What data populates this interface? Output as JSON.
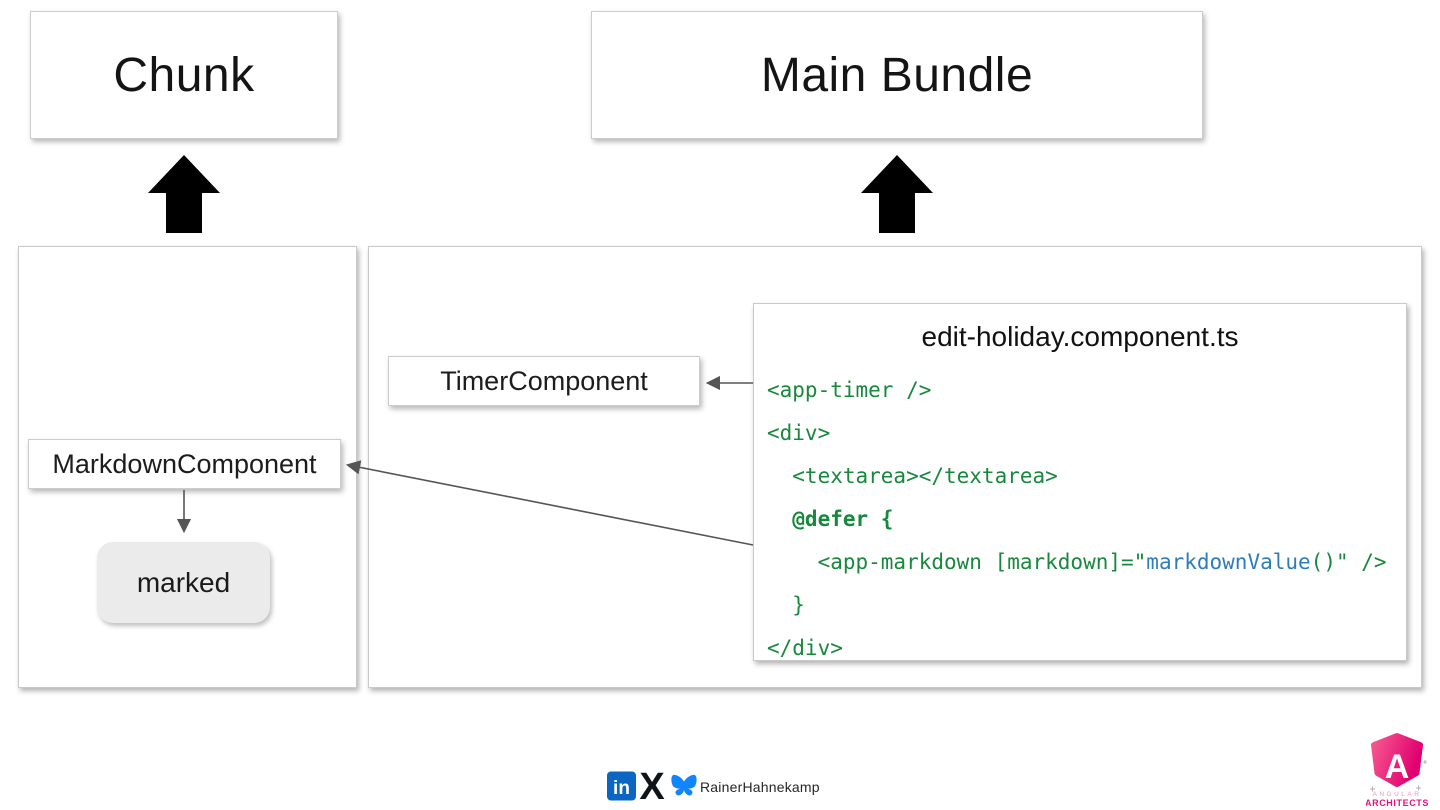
{
  "titles": {
    "chunk": "Chunk",
    "main_bundle": "Main Bundle"
  },
  "components": {
    "timer": "TimerComponent",
    "markdown": "MarkdownComponent",
    "marked": "marked"
  },
  "code": {
    "title": "edit-holiday.component.ts",
    "lines": [
      {
        "text": "<app-timer />"
      },
      {
        "text": "<div>"
      },
      {
        "text": "  <textarea></textarea>"
      },
      {
        "text": "  @defer {"
      },
      {
        "pre": "    <app-markdown [markdown]=\"",
        "blue": "markdownValue",
        "post": "()\" />"
      },
      {
        "text": "  }"
      },
      {
        "text": "</div>"
      }
    ]
  },
  "footer": {
    "handle": "RainerHahnekamp",
    "icons": [
      "linkedin-icon",
      "x-icon",
      "bluesky-icon"
    ],
    "linkedin_glyph": "in",
    "x_glyph": "X"
  },
  "logo": {
    "line1": "ANGULAR",
    "line2": "ARCHITECTS",
    "letter": "A"
  },
  "colors": {
    "code_green": "#17883c",
    "code_blue": "#2e7cbb",
    "linkedin_blue": "#0a66c2",
    "bluesky_blue": "#1185fe",
    "logo_pink": "#e5127d",
    "thin_arrow_gray": "#555555",
    "block_arrow_black": "#000000"
  }
}
